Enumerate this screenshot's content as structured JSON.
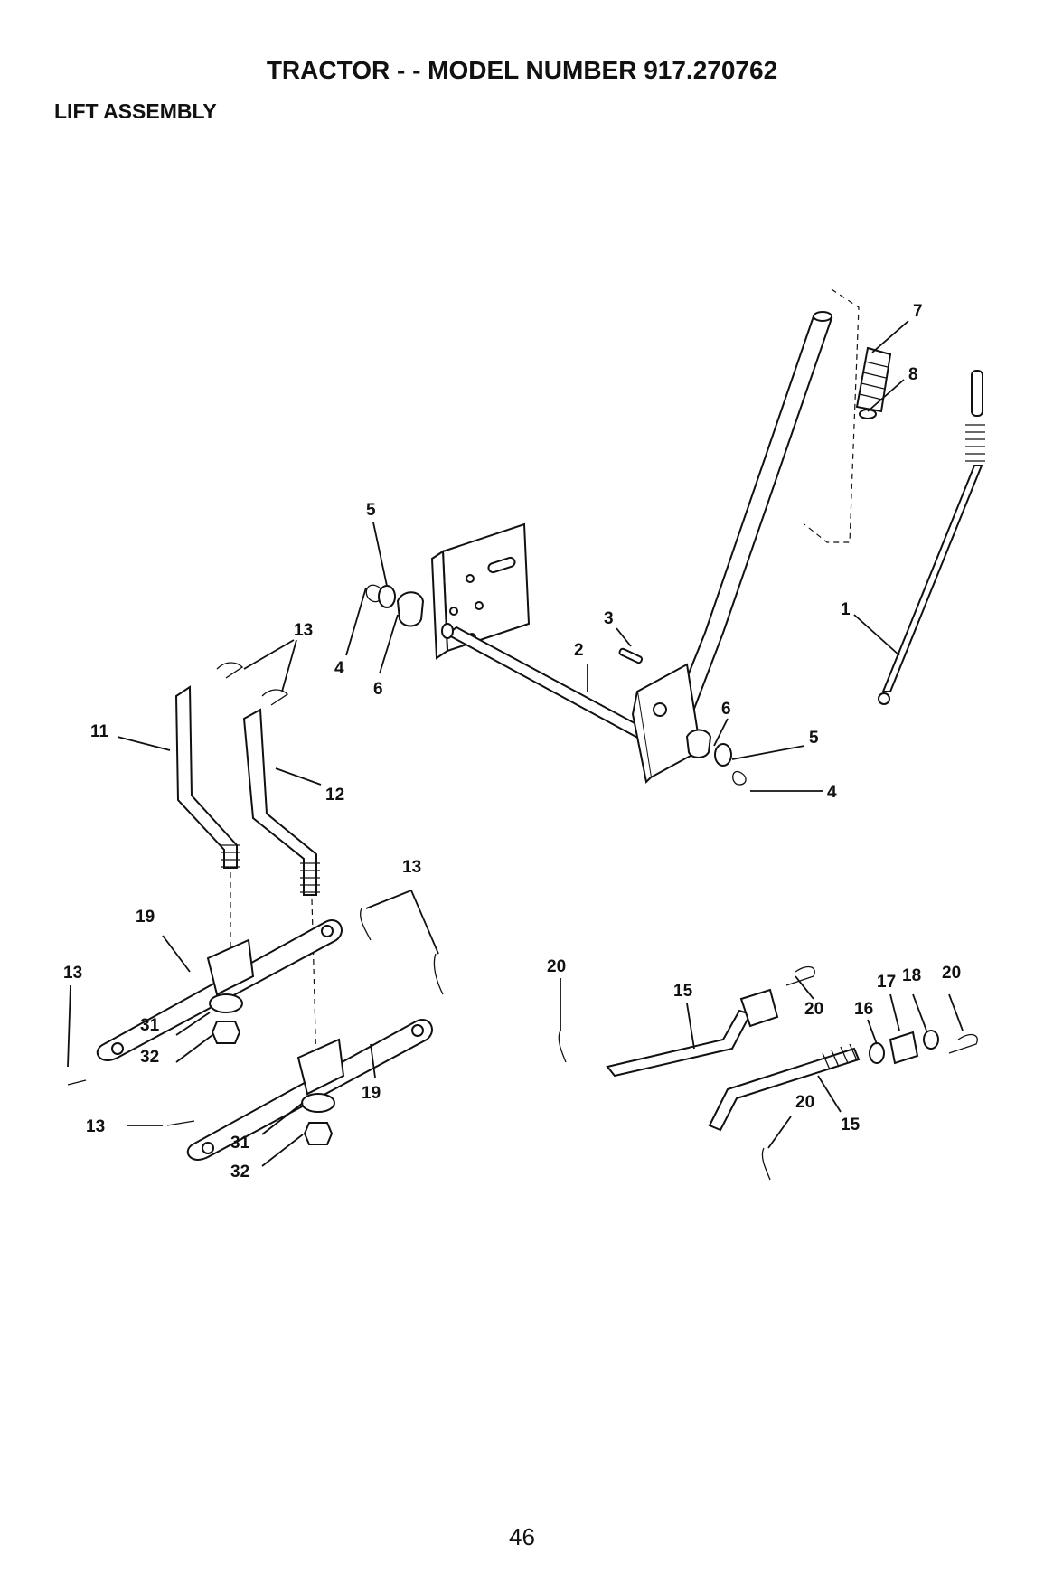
{
  "page": {
    "title": "TRACTOR - - MODEL NUMBER 917.270762",
    "subtitle": "LIFT ASSEMBLY",
    "page_number": "46"
  },
  "callouts": {
    "c1": "1",
    "c2": "2",
    "c3": "3",
    "c4a": "4",
    "c4b": "4",
    "c5a": "5",
    "c5b": "5",
    "c6a": "6",
    "c6b": "6",
    "c7": "7",
    "c8": "8",
    "c11": "11",
    "c12": "12",
    "c13a": "13",
    "c13b": "13",
    "c13c": "13",
    "c13d": "13",
    "c15a": "15",
    "c15b": "15",
    "c16": "16",
    "c17": "17",
    "c18": "18",
    "c19a": "19",
    "c19b": "19",
    "c20a": "20",
    "c20b": "20",
    "c20c": "20",
    "c20d": "20",
    "c31a": "31",
    "c31b": "31",
    "c32a": "32",
    "c32b": "32"
  }
}
